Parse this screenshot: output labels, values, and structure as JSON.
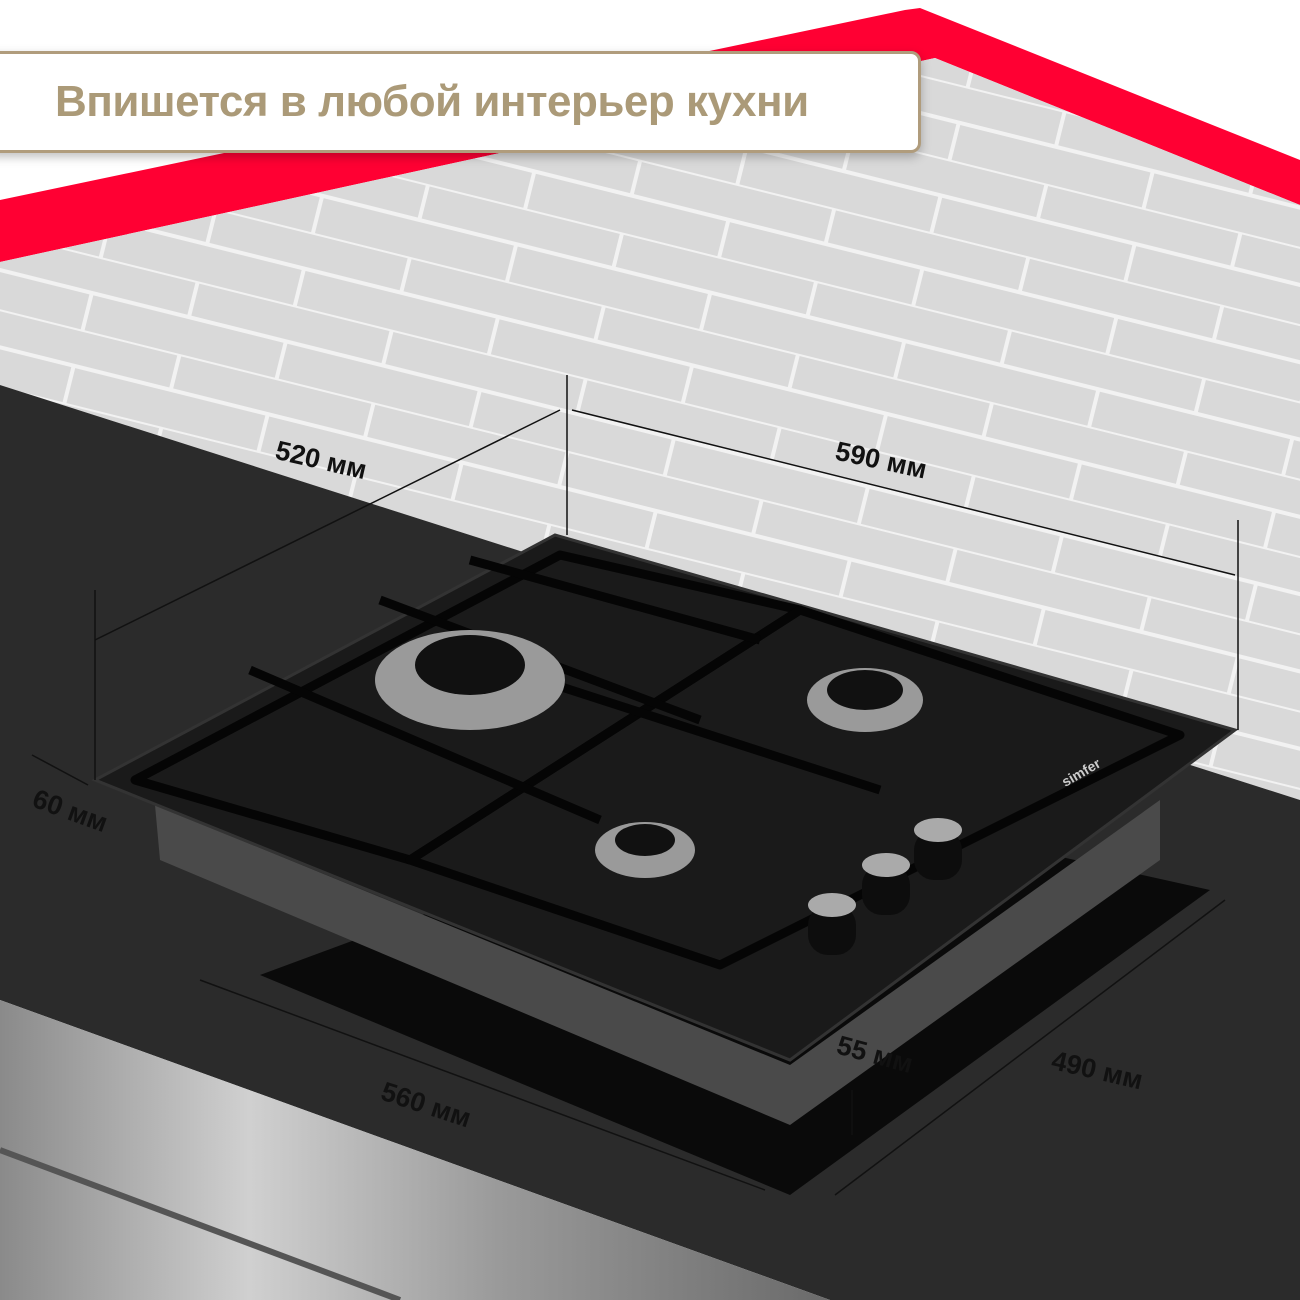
{
  "header": {
    "title": "Впишется в любой интерьер кухни"
  },
  "brand": "simfer",
  "dimensions": {
    "depth_top": "520 мм",
    "width_top": "590 мм",
    "lip": "60 мм",
    "cutout_width": "560 мм",
    "cutout_depth": "490 мм",
    "height": "55 мм"
  },
  "colors": {
    "accent": "#ff0033",
    "title": "#ab9a78",
    "border": "#b09c7c"
  }
}
